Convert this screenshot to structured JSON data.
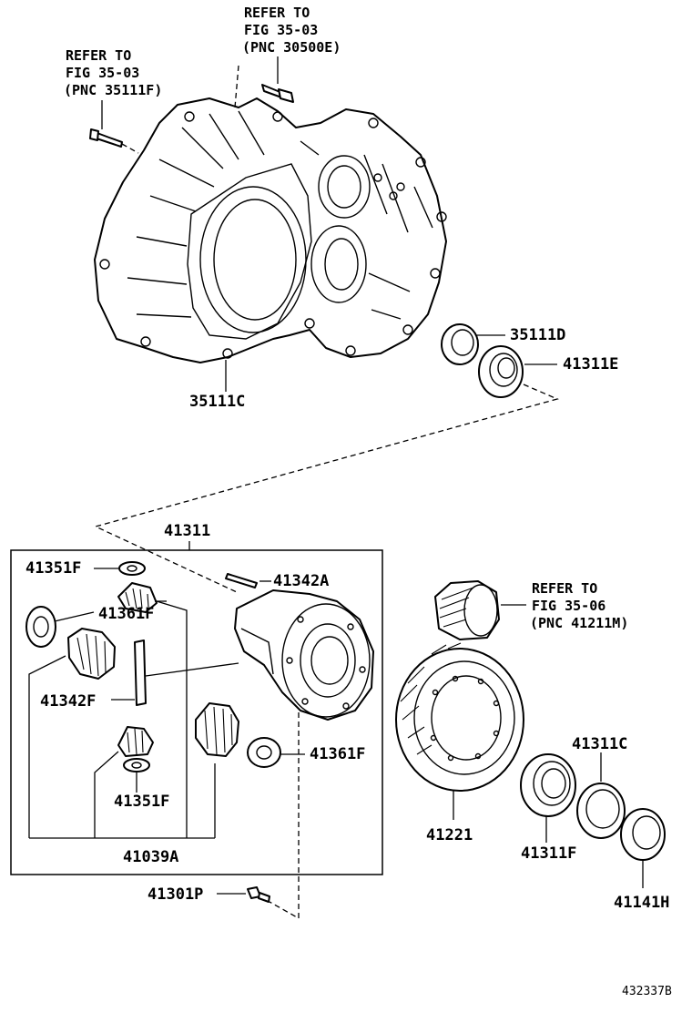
{
  "references": [
    {
      "line1": "REFER TO",
      "line2": "FIG 35-03",
      "line3": "(PNC 30500E)"
    },
    {
      "line1": "REFER TO",
      "line2": "FIG 35-03",
      "line3": "(PNC 35111F)"
    },
    {
      "line1": "REFER TO",
      "line2": "FIG 35-06",
      "line3": "(PNC 41211M)"
    }
  ],
  "labels": {
    "p35111C": "35111C",
    "p35111D": "35111D",
    "p41311E": "41311E",
    "p41311": "41311",
    "p41351F_top": "41351F",
    "p41342A": "41342A",
    "p41361F_left": "41361F",
    "p41342F": "41342F",
    "p41361F_right": "41361F",
    "p41351F_bottom": "41351F",
    "p41039A": "41039A",
    "p41301P": "41301P",
    "p41221": "41221",
    "p41311C": "41311C",
    "p41311F": "41311F",
    "p41141H": "41141H"
  },
  "illustration_code": "432337B"
}
